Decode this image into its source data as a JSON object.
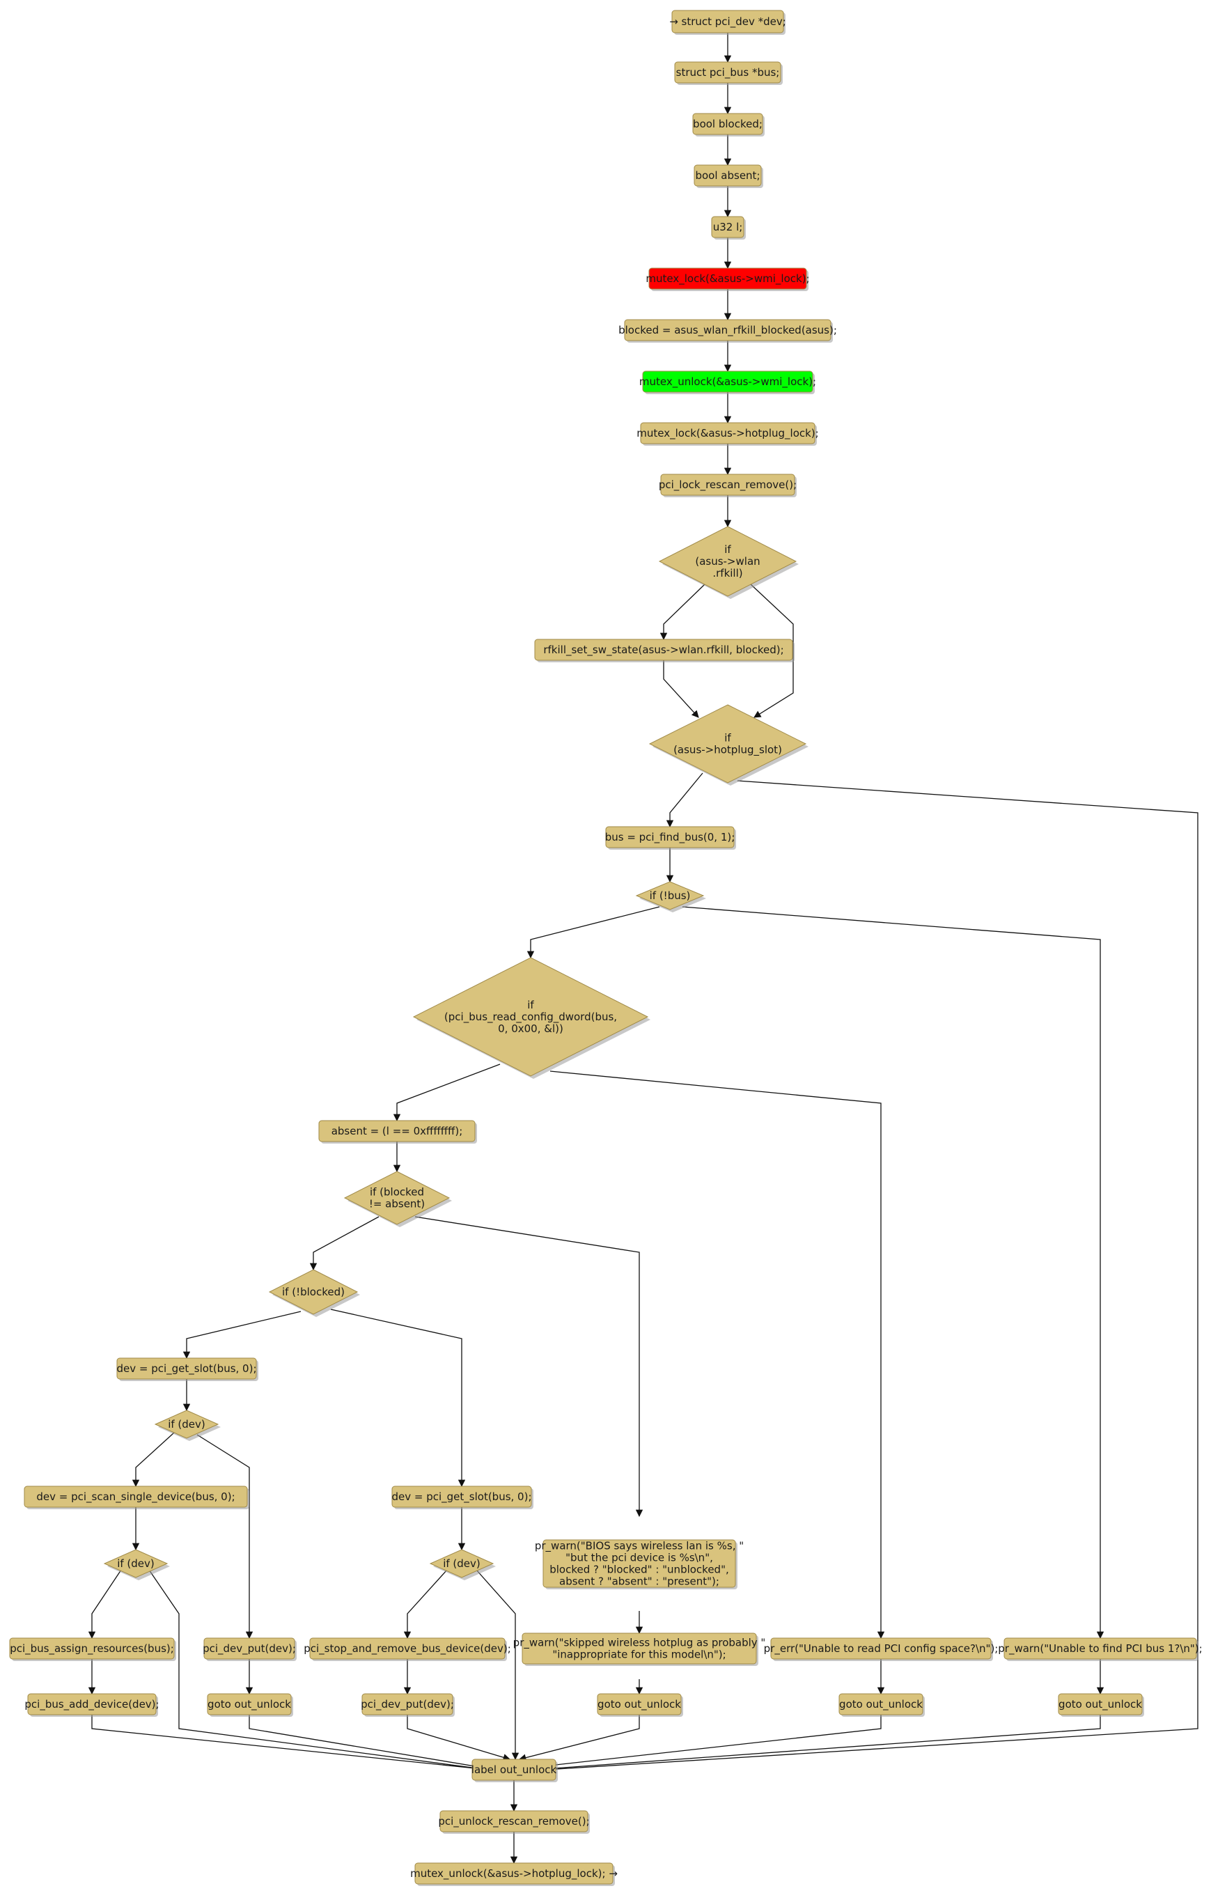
{
  "colors": {
    "node_fill": "#D9C37D",
    "lock_fill": "#FF0000",
    "unlock_fill": "#00FF00",
    "edge": "#111111",
    "text": "#1a1a1a",
    "shadow": "#9a9a9a"
  },
  "nodes": [
    {
      "id": "n_dev",
      "kind": "box",
      "lines": [
        "→ struct pci_dev *dev;"
      ]
    },
    {
      "id": "n_bus_decl",
      "kind": "box",
      "lines": [
        "struct pci_bus *bus;"
      ]
    },
    {
      "id": "n_blocked_decl",
      "kind": "box",
      "lines": [
        "bool blocked;"
      ]
    },
    {
      "id": "n_absent_decl",
      "kind": "box",
      "lines": [
        "bool absent;"
      ]
    },
    {
      "id": "n_l_decl",
      "kind": "box",
      "lines": [
        "u32 l;"
      ]
    },
    {
      "id": "n_wmi_lock",
      "kind": "box",
      "style": "lock",
      "lines": [
        "mutex_lock(&asus->wmi_lock);"
      ]
    },
    {
      "id": "n_blocked_assign",
      "kind": "box",
      "lines": [
        "blocked = asus_wlan_rfkill_blocked(asus);"
      ]
    },
    {
      "id": "n_wmi_unlock",
      "kind": "box",
      "style": "unlock",
      "lines": [
        "mutex_unlock(&asus->wmi_lock);"
      ]
    },
    {
      "id": "n_hotplug_lock",
      "kind": "box",
      "lines": [
        "mutex_lock(&asus->hotplug_lock);"
      ]
    },
    {
      "id": "n_rescan_lock",
      "kind": "box",
      "lines": [
        "pci_lock_rescan_remove();"
      ]
    },
    {
      "id": "d_rfkill",
      "kind": "diamond",
      "lines": [
        "if",
        "(asus->wlan",
        ".rfkill)"
      ]
    },
    {
      "id": "n_rfkill_set",
      "kind": "box",
      "lines": [
        "rfkill_set_sw_state(asus->wlan.rfkill, blocked);"
      ]
    },
    {
      "id": "d_hotplug_slot",
      "kind": "diamond",
      "lines": [
        "if",
        "(asus->hotplug_slot)"
      ]
    },
    {
      "id": "n_find_bus",
      "kind": "box",
      "lines": [
        "bus = pci_find_bus(0, 1);"
      ]
    },
    {
      "id": "d_not_bus",
      "kind": "diamond",
      "lines": [
        "if (!bus)"
      ]
    },
    {
      "id": "d_read_config",
      "kind": "diamond",
      "lines": [
        "if",
        "(pci_bus_read_config_dword(bus,",
        "0, 0x00, &l))"
      ]
    },
    {
      "id": "n_absent_assign",
      "kind": "box",
      "lines": [
        "absent = (l == 0xffffffff);"
      ]
    },
    {
      "id": "d_blocked_ne_absent",
      "kind": "diamond",
      "lines": [
        "if (blocked",
        "!= absent)"
      ]
    },
    {
      "id": "d_not_blocked",
      "kind": "diamond",
      "lines": [
        "if (!blocked)"
      ]
    },
    {
      "id": "n_get_slot_a",
      "kind": "box",
      "lines": [
        "dev = pci_get_slot(bus, 0);"
      ]
    },
    {
      "id": "d_dev_a",
      "kind": "diamond",
      "lines": [
        "if (dev)"
      ]
    },
    {
      "id": "n_scan_single",
      "kind": "box",
      "lines": [
        "dev = pci_scan_single_device(bus, 0);"
      ]
    },
    {
      "id": "d_dev_b",
      "kind": "diamond",
      "lines": [
        "if (dev)"
      ]
    },
    {
      "id": "n_assign_res",
      "kind": "box",
      "lines": [
        "pci_bus_assign_resources(bus);"
      ]
    },
    {
      "id": "n_add_device",
      "kind": "box",
      "lines": [
        "pci_bus_add_device(dev);"
      ]
    },
    {
      "id": "n_dev_put_a",
      "kind": "box",
      "lines": [
        "pci_dev_put(dev);"
      ]
    },
    {
      "id": "n_goto_a",
      "kind": "box",
      "lines": [
        "goto out_unlock"
      ]
    },
    {
      "id": "n_get_slot_b",
      "kind": "box",
      "lines": [
        "dev = pci_get_slot(bus, 0);"
      ]
    },
    {
      "id": "d_dev_c",
      "kind": "diamond",
      "lines": [
        "if (dev)"
      ]
    },
    {
      "id": "n_stop_remove",
      "kind": "box",
      "lines": [
        "pci_stop_and_remove_bus_device(dev);"
      ]
    },
    {
      "id": "n_dev_put_b",
      "kind": "box",
      "lines": [
        "pci_dev_put(dev);"
      ]
    },
    {
      "id": "n_warn_bios",
      "kind": "box",
      "lines": [
        "pr_warn(\"BIOS says wireless lan is %s, \"",
        "\"but the pci device is %s\\n\",",
        "blocked ? \"blocked\" : \"unblocked\",",
        "absent ? \"absent\" : \"present\");"
      ]
    },
    {
      "id": "n_warn_skip",
      "kind": "box",
      "lines": [
        "pr_warn(\"skipped wireless hotplug as probably \"",
        "\"inappropriate for this model\\n\");"
      ]
    },
    {
      "id": "n_goto_b",
      "kind": "box",
      "lines": [
        "goto out_unlock"
      ]
    },
    {
      "id": "n_err_config",
      "kind": "box",
      "lines": [
        "pr_err(\"Unable to read PCI config space?\\n\");"
      ]
    },
    {
      "id": "n_goto_c",
      "kind": "box",
      "lines": [
        "goto out_unlock"
      ]
    },
    {
      "id": "n_warn_bus",
      "kind": "box",
      "lines": [
        "pr_warn(\"Unable to find PCI bus 1?\\n\");"
      ]
    },
    {
      "id": "n_goto_d",
      "kind": "box",
      "lines": [
        "goto out_unlock"
      ]
    },
    {
      "id": "n_label_out",
      "kind": "box",
      "lines": [
        "label out_unlock"
      ]
    },
    {
      "id": "n_rescan_unlock",
      "kind": "box",
      "lines": [
        "pci_unlock_rescan_remove();"
      ]
    },
    {
      "id": "n_hotplug_unlock",
      "kind": "box",
      "lines": [
        "mutex_unlock(&asus->hotplug_lock); →"
      ]
    }
  ],
  "edges": [
    {
      "from": "n_dev",
      "to": "n_bus_decl"
    },
    {
      "from": "n_bus_decl",
      "to": "n_blocked_decl"
    },
    {
      "from": "n_blocked_decl",
      "to": "n_absent_decl"
    },
    {
      "from": "n_absent_decl",
      "to": "n_l_decl"
    },
    {
      "from": "n_l_decl",
      "to": "n_wmi_lock"
    },
    {
      "from": "n_wmi_lock",
      "to": "n_blocked_assign"
    },
    {
      "from": "n_blocked_assign",
      "to": "n_wmi_unlock"
    },
    {
      "from": "n_wmi_unlock",
      "to": "n_hotplug_lock"
    },
    {
      "from": "n_hotplug_lock",
      "to": "n_rescan_lock"
    },
    {
      "from": "n_rescan_lock",
      "to": "d_rfkill"
    },
    {
      "from": "d_rfkill",
      "to": "n_rfkill_set"
    },
    {
      "from": "d_rfkill",
      "to": "d_hotplug_slot"
    },
    {
      "from": "n_rfkill_set",
      "to": "d_hotplug_slot"
    },
    {
      "from": "d_hotplug_slot",
      "to": "n_find_bus"
    },
    {
      "from": "d_hotplug_slot",
      "to": "n_label_out"
    },
    {
      "from": "n_find_bus",
      "to": "d_not_bus"
    },
    {
      "from": "d_not_bus",
      "to": "d_read_config"
    },
    {
      "from": "d_not_bus",
      "to": "n_warn_bus"
    },
    {
      "from": "d_read_config",
      "to": "n_absent_assign"
    },
    {
      "from": "d_read_config",
      "to": "n_err_config"
    },
    {
      "from": "n_absent_assign",
      "to": "d_blocked_ne_absent"
    },
    {
      "from": "d_blocked_ne_absent",
      "to": "d_not_blocked"
    },
    {
      "from": "d_blocked_ne_absent",
      "to": "n_warn_bios"
    },
    {
      "from": "d_not_blocked",
      "to": "n_get_slot_a"
    },
    {
      "from": "d_not_blocked",
      "to": "n_get_slot_b"
    },
    {
      "from": "n_get_slot_a",
      "to": "d_dev_a"
    },
    {
      "from": "d_dev_a",
      "to": "n_scan_single"
    },
    {
      "from": "d_dev_a",
      "to": "n_dev_put_a"
    },
    {
      "from": "n_scan_single",
      "to": "d_dev_b"
    },
    {
      "from": "d_dev_b",
      "to": "n_assign_res"
    },
    {
      "from": "d_dev_b",
      "to": "n_label_out"
    },
    {
      "from": "n_assign_res",
      "to": "n_add_device"
    },
    {
      "from": "n_add_device",
      "to": "n_label_out"
    },
    {
      "from": "n_dev_put_a",
      "to": "n_goto_a"
    },
    {
      "from": "n_goto_a",
      "to": "n_label_out"
    },
    {
      "from": "n_get_slot_b",
      "to": "d_dev_c"
    },
    {
      "from": "d_dev_c",
      "to": "n_stop_remove"
    },
    {
      "from": "d_dev_c",
      "to": "n_label_out"
    },
    {
      "from": "n_stop_remove",
      "to": "n_dev_put_b"
    },
    {
      "from": "n_dev_put_b",
      "to": "n_label_out"
    },
    {
      "from": "n_warn_bios",
      "to": "n_warn_skip"
    },
    {
      "from": "n_warn_skip",
      "to": "n_goto_b"
    },
    {
      "from": "n_goto_b",
      "to": "n_label_out"
    },
    {
      "from": "n_err_config",
      "to": "n_goto_c"
    },
    {
      "from": "n_goto_c",
      "to": "n_label_out"
    },
    {
      "from": "n_warn_bus",
      "to": "n_goto_d"
    },
    {
      "from": "n_goto_d",
      "to": "n_label_out"
    },
    {
      "from": "n_label_out",
      "to": "n_rescan_unlock"
    },
    {
      "from": "n_rescan_unlock",
      "to": "n_hotplug_unlock"
    }
  ]
}
